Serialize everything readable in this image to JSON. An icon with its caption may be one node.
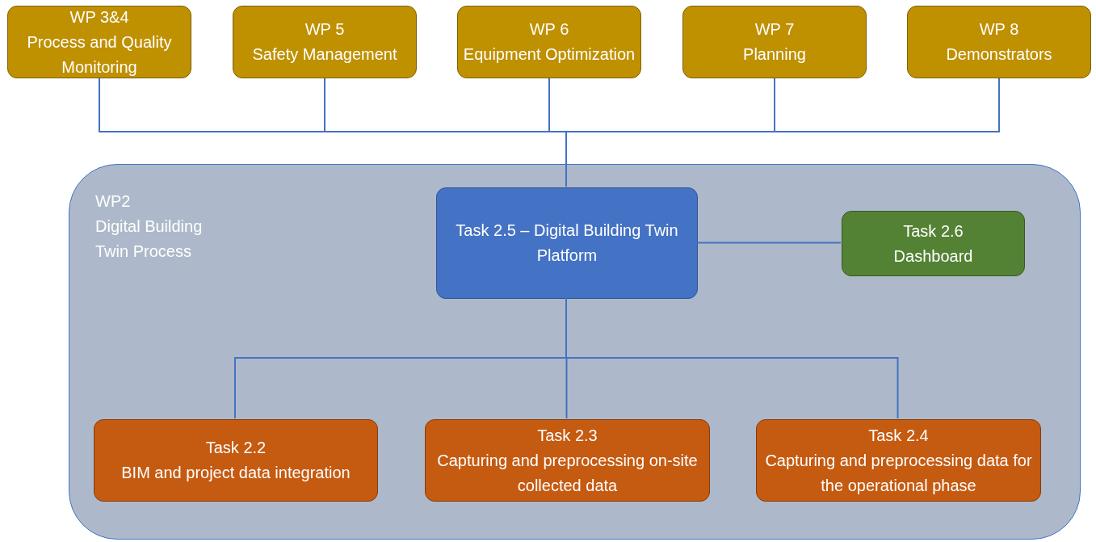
{
  "diagram": {
    "nodes": [
      {
        "text": [
          "WP 3&4",
          "Process and Quality Monitoring"
        ]
      },
      {
        "text": [
          "WP 5",
          "Safety Management"
        ]
      },
      {
        "text": [
          "WP 6",
          "Equipment Optimization"
        ]
      },
      {
        "text": [
          "WP 7",
          "Planning"
        ]
      },
      {
        "text": [
          "WP 8",
          "Demonstrators"
        ]
      },
      {
        "text": [
          "WP2",
          "Digital Building Twin Process"
        ]
      },
      {
        "text": [
          "Task 2.5 – Digital Building Twin Platform"
        ],
        "in": 5
      },
      {
        "text": [
          "Task 2.6",
          "Dashboard"
        ],
        "in": 5
      },
      {
        "text": [
          "Task 2.2",
          "BIM and project data integration"
        ],
        "in": 5
      },
      {
        "text": [
          "Task 2.3",
          "Capturing and preprocessing on-site collected data"
        ],
        "in": 5
      },
      {
        "text": [
          "Task 2.4",
          "Capturing and preprocessing data for the operational phase"
        ],
        "in": 5
      }
    ],
    "edges": [
      {
        "from": 0,
        "to": 6,
        "arrow": "none"
      },
      {
        "from": 1,
        "to": 6,
        "arrow": "none"
      },
      {
        "from": 2,
        "to": 6,
        "arrow": "none"
      },
      {
        "from": 3,
        "to": 6,
        "arrow": "none"
      },
      {
        "from": 4,
        "to": 6,
        "arrow": "none"
      },
      {
        "from": 6,
        "to": 7,
        "arrow": "none"
      },
      {
        "from": 6,
        "to": 8,
        "arrow": "none"
      },
      {
        "from": 6,
        "to": 9,
        "arrow": "none"
      },
      {
        "from": 6,
        "to": 10,
        "arrow": "none"
      }
    ]
  }
}
